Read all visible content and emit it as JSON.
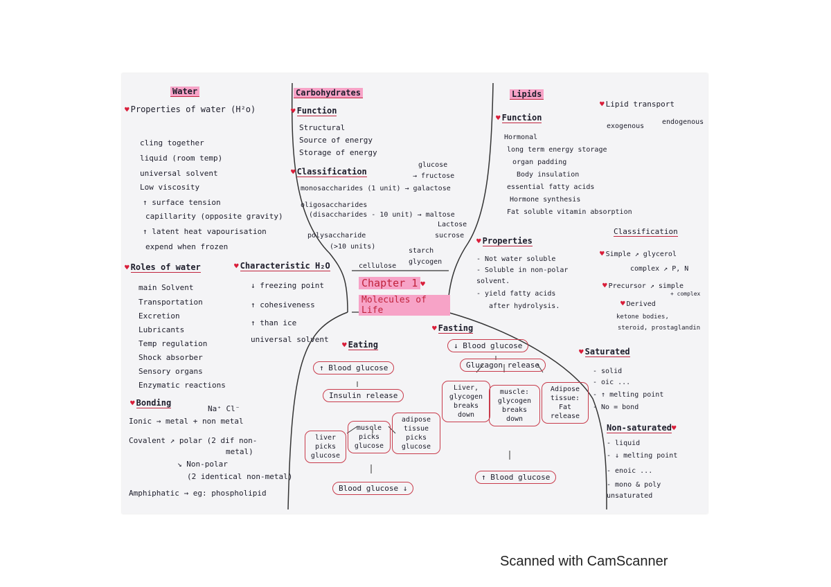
{
  "water": {
    "title": "Water",
    "properties_title": "Properties of water (H²o)",
    "properties": [
      "cling together",
      "liquid (room temp)",
      "universal solvent",
      "Low viscosity",
      "↑ surface tension",
      "capillarity (opposite gravity)",
      "↑ latent heat vapourisation",
      "expend when frozen"
    ],
    "roles_title": "Roles of water",
    "roles": [
      "main Solvent",
      "Transportation",
      "Excretion",
      "Lubricants",
      "Temp regulation",
      "Shock absorber",
      "Sensory organs",
      "Enzymatic reactions"
    ],
    "char_title": "Characteristic H₂O",
    "characteristics": [
      "↓ freezing point",
      "↑ cohesiveness",
      "↑ than ice",
      "universal solvent"
    ],
    "bonding_title": "Bonding",
    "na_cl": "Na⁺ Cl⁻",
    "ionic": "Ionic →  metal + non metal",
    "covalent": "Covalent ↗ polar (2 dif non-",
    "covalent2": "metal)",
    "nonpolar": "↘ Non-polar",
    "nonpolar2": "(2 identical non-metal)",
    "amphiphatic": "Amphiphatic →  eg: phospholipid"
  },
  "carbs": {
    "title": "Carbohydrates",
    "function_title": "Function",
    "functions": [
      "Structural",
      "Source of energy",
      "Storage of energy"
    ],
    "class_title": "Classification",
    "glucose": "glucose",
    "fructose": "→ fructose",
    "mono": "monosaccharides (1 unit) → galactose",
    "oligo": "oligosaccharides",
    "oligo2": "(disaccharides - 10 unit) → maltose",
    "lactose": "Lactose",
    "sucrose": "sucrose",
    "poly": "polysaccharide",
    "poly2": "(>10 units)",
    "starch": "starch",
    "glycogen": "glycogen",
    "cellulose": "cellulose"
  },
  "chapter": {
    "line1": "Chapter 1",
    "line2": "Molecules of Life"
  },
  "lipids": {
    "title": "Lipids",
    "function_title": "Function",
    "functions": [
      "Hormonal",
      "long term energy storage",
      "organ padding",
      "Body insulation",
      "essential fatty acids",
      "Hormone synthesis",
      "Fat soluble vitamin absorption"
    ],
    "transport_title": "Lipid transport",
    "exogenous": "exogenous",
    "endogenous": "endogenous",
    "properties_title": "Properties",
    "properties": [
      "- Not water soluble",
      "- Soluble in non-polar",
      "  solvent.",
      "- yield fatty acids",
      "  after hydrolysis."
    ],
    "class_title": "Classification",
    "simple": "Simple ↗ glycerol",
    "complex": "complex ↗ P, N",
    "precursor": "Precursor ↗ simple",
    "precursor2": "+ complex",
    "derived": "Derived",
    "derived_items": [
      "ketone bodies,",
      "steroid, prostaglandin"
    ],
    "saturated_title": "Saturated",
    "saturated": [
      "- solid",
      "- oic ...",
      "- ↑ melting point",
      "- No = bond"
    ],
    "nonsat_title": "Non-saturated",
    "nonsat": [
      "- liquid",
      "- ↓ melting point",
      "- enoic ...",
      "- mono & poly",
      "  unsaturated"
    ]
  },
  "eating": {
    "title": "Eating",
    "start": "↑ Blood glucose",
    "insulin": "Insulin release",
    "boxes": [
      "liver\npicks\nglucose",
      "muscle\npicks\nglucose",
      "adipose\ntissue\npicks\nglucose"
    ],
    "end": "Blood glucose ↓"
  },
  "fasting": {
    "title": "Fasting",
    "start": "↓ Blood glucose",
    "glucagon": "Glucagon release",
    "boxes": [
      "Liver,\nglycogen\nbreaks\ndown",
      "muscle:\nglycogen\nbreaks\ndown",
      "Adipose\ntissue:\nFat\nrelease"
    ],
    "end": "↑ Blood glucose"
  },
  "footer": "Scanned with CamScanner"
}
